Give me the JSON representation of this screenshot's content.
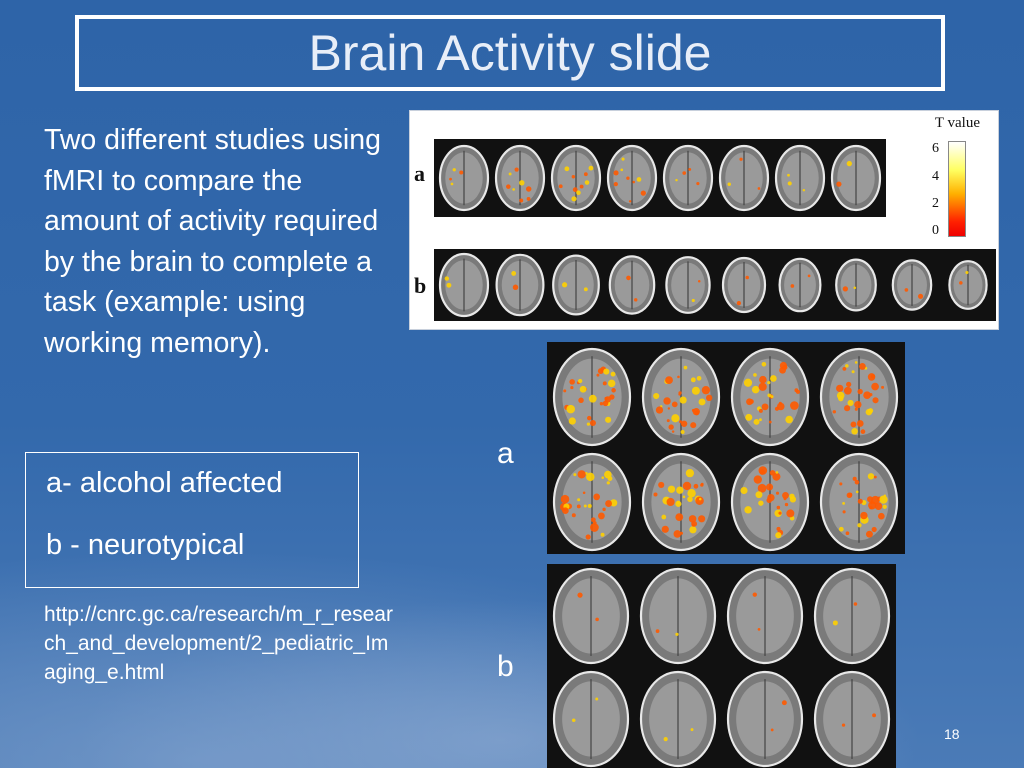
{
  "slide": {
    "title": "Brain Activity slide",
    "body_text": "Two different studies using fMRI to compare the amount of activity required by the brain to complete a task (example: using working memory).",
    "legend": {
      "line_a": "a-  alcohol affected",
      "line_b": "b - neurotypical"
    },
    "link": "http://cnrc.gc.ca/research/m_r_research_and_development/2_pediatric_Imaging_e.html",
    "figure_label_a": "a",
    "figure_label_b": "b",
    "slide_number": "18"
  },
  "figure_top": {
    "row_a_label": "a",
    "row_b_label": "b",
    "colorbar_title": "T value",
    "colorbar_ticks": [
      "6",
      "4",
      "2",
      "0"
    ]
  },
  "colors": {
    "background": "#3369ac",
    "frame": "#ffffff",
    "activation_hot": "#ffd000",
    "activation_warm": "#ff5a00"
  }
}
